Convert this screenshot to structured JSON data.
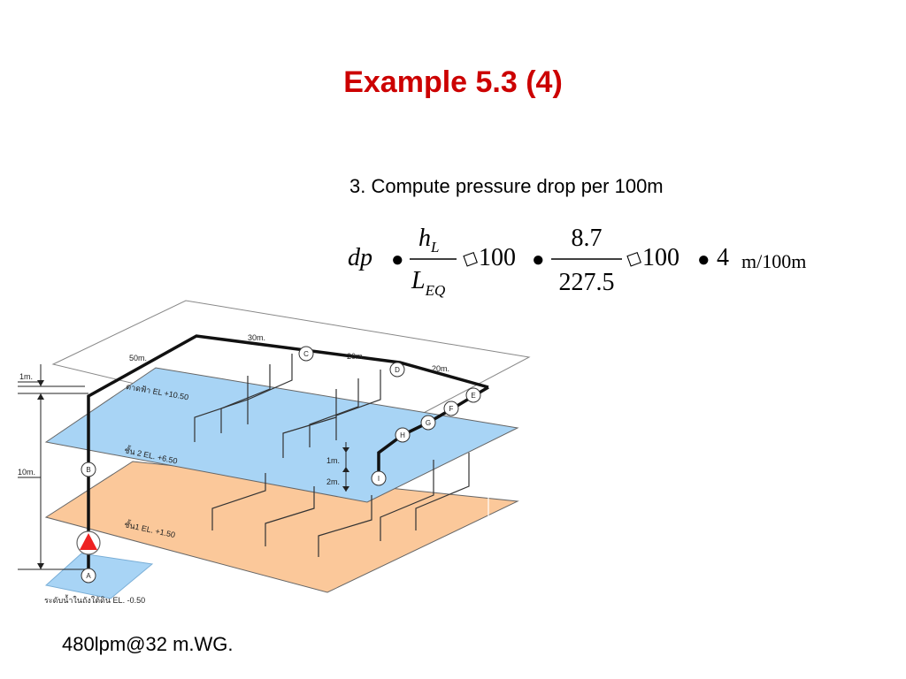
{
  "slide": {
    "title": "Example 5.3 (4)",
    "step": "3. Compute pressure drop per 100m",
    "footer": "480lpm@32 m.WG."
  },
  "formula": {
    "lhs": "dp",
    "op1": "●",
    "frac1_num_main": "h",
    "frac1_num_sub": "L",
    "frac1_den_main": "L",
    "frac1_den_sub": "EQ",
    "times1": "◻",
    "factor1": "100",
    "op2": "●",
    "frac2_num": "8.7",
    "frac2_den": "227.5",
    "times2": "◻",
    "factor2": "100",
    "op3": "●",
    "result": "4",
    "unit": "m/100m"
  },
  "diagram": {
    "colors": {
      "floor2": "#a8d4f5",
      "floor1": "#fbc89a",
      "tank": "#a8d4f5",
      "pump": "#ee2222",
      "pipe": "#111111",
      "frame": "#888888"
    },
    "dims": {
      "top_gap": "1m.",
      "total": "10m.",
      "branch_gap1": "1m.",
      "branch_gap2": "2m."
    },
    "pipe_lengths": {
      "seg_50": "50m.",
      "seg_30": "30m.",
      "seg_20a": "20m.",
      "seg_20b": "20m."
    },
    "levels": {
      "roof": "ดาดฟ้า EL +10.50",
      "floor2": "ชั้น 2 EL. +6.50",
      "floor1": "ชั้น1 EL. +1.50",
      "tank": "ระดับน้ำในถังใต้ดิน EL. -0.50"
    },
    "nodes": [
      "A",
      "B",
      "C",
      "D",
      "E",
      "F",
      "G",
      "H",
      "I"
    ]
  }
}
